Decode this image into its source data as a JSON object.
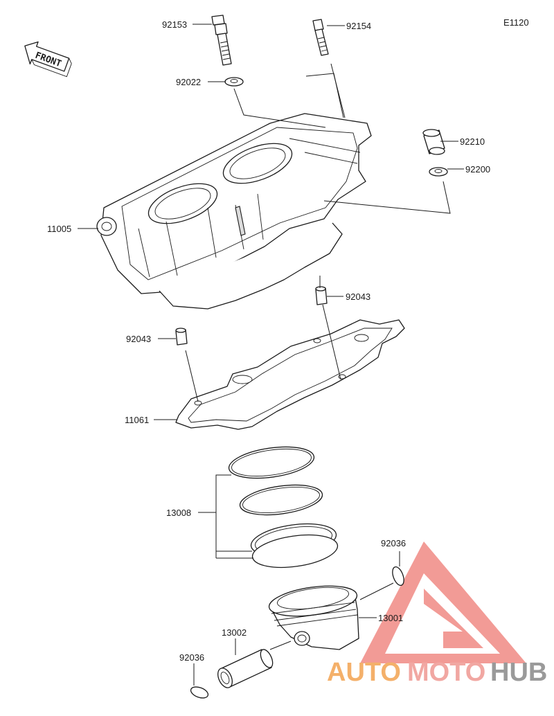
{
  "diagram": {
    "code": "E1120",
    "front_label": "FRONT",
    "parts": {
      "p92153": "92153",
      "p92154": "92154",
      "p92022": "92022",
      "p92210": "92210",
      "p92200": "92200",
      "p11005": "11005",
      "p92043a": "92043",
      "p92043b": "92043",
      "p11061": "11061",
      "p13008": "13008",
      "p92036a": "92036",
      "p13001": "13001",
      "p13002": "13002",
      "p92036b": "92036"
    }
  },
  "watermark": {
    "word1": "AUTO",
    "word2": "MOTO",
    "word3": "HUB",
    "colors": {
      "auto": "#f4b06a",
      "moto": "#f1a7a2",
      "hub": "#9a9a9a",
      "triangle": "#f08a84"
    }
  }
}
